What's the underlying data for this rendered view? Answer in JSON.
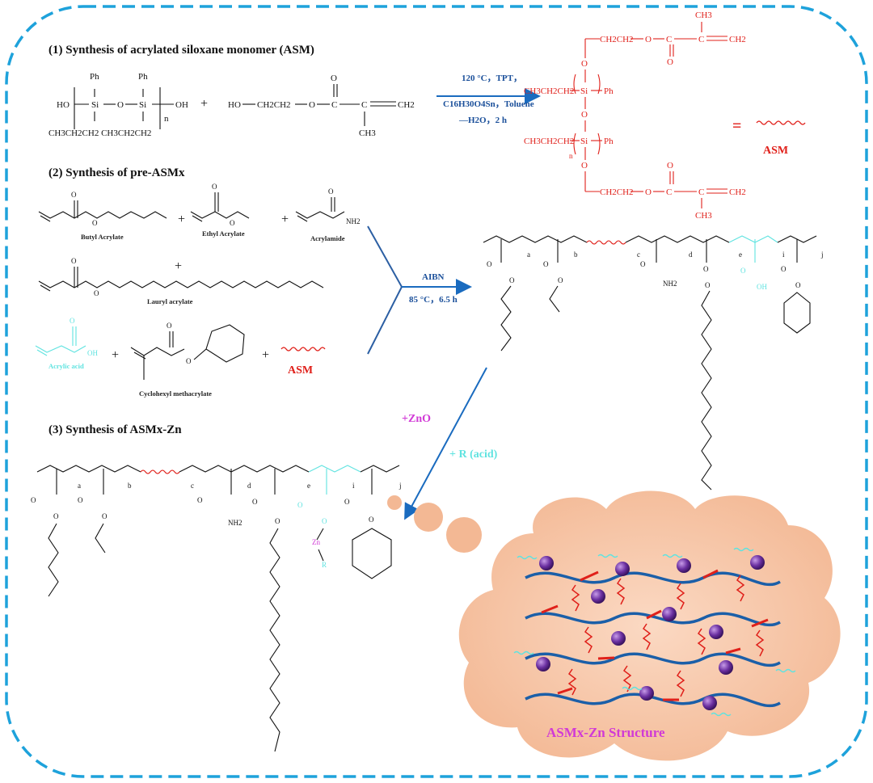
{
  "section1": {
    "title": "(1)   Synthesis of acrylated siloxane monomer (ASM)",
    "conditions": [
      "120 °C，TPT，",
      "C16H30O4Sn，Toluene",
      "—H2O，2 h"
    ],
    "asm_label": "ASM",
    "equals": "="
  },
  "section2": {
    "title": "(2)   Synthesis of pre-ASMx",
    "monomers": [
      "Butyl Acrylate",
      "Ethyl Acrylate",
      "Acrylamide",
      "Lauryl acrylate",
      "Acrylic acid",
      "Cyclohexyl methacrylate"
    ],
    "asm_label": "ASM",
    "initiator": "AIBN",
    "conditions": "85 °C，6.5 h"
  },
  "section3": {
    "title": "(3)   Synthesis of ASMx-Zn",
    "reagent_zno": "+ZnO",
    "reagent_acid": "+ R (acid)",
    "structure_label": "ASMx-Zn Structure"
  },
  "polymer": {
    "subscripts": [
      "a",
      "b",
      "c",
      "d",
      "e",
      "i",
      "j"
    ],
    "amide": "NH2",
    "hydroxyl": "OH",
    "zinc": "Zn",
    "r_group": "R"
  },
  "colors": {
    "border": "#1ea2db",
    "siloxane": "#e0201a",
    "acrylic": "#5fe3e0",
    "zinc": "#d13ad6",
    "arrow": "#1a6bbf",
    "cloud": "#f6c4a4",
    "chain": "#1b5fa8",
    "zn_sphere": "#6a2fa0"
  }
}
